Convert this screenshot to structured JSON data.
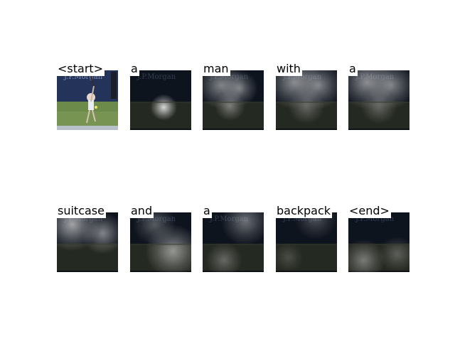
{
  "figure": {
    "tokens": [
      {
        "word": "<start>",
        "kind": "original"
      },
      {
        "word": "a",
        "kind": "attention",
        "focus": "player-center"
      },
      {
        "word": "man",
        "kind": "attention",
        "focus": "diffuse-center"
      },
      {
        "word": "with",
        "kind": "attention",
        "focus": "diffuse-upper"
      },
      {
        "word": "a",
        "kind": "attention",
        "focus": "diffuse-upper"
      },
      {
        "word": "suitcase",
        "kind": "attention",
        "focus": "diffuse-upper-left"
      },
      {
        "word": "and",
        "kind": "attention",
        "focus": "lower-right"
      },
      {
        "word": "a",
        "kind": "attention",
        "focus": "top-right"
      },
      {
        "word": "backpack",
        "kind": "attention",
        "focus": "dark"
      },
      {
        "word": "<end>",
        "kind": "attention",
        "focus": "lower-band"
      }
    ],
    "background_text": "J.P.Morgan"
  }
}
